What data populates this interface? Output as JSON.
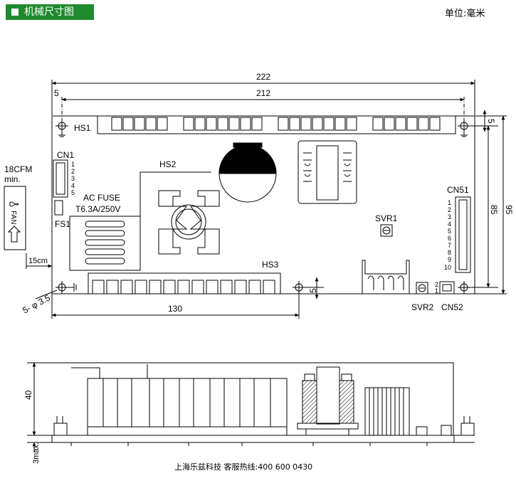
{
  "header": {
    "title": "机械尺寸图",
    "unit": "单位:毫米"
  },
  "top_view": {
    "dimensions": {
      "overall_width": "222",
      "inner_width": "212",
      "left_offset": "5",
      "top_offset": "5",
      "bottom_offset": "5",
      "inner_height": "85",
      "overall_height": "95",
      "hs3_width": "130",
      "fan_offset": "15cm",
      "hole_spec": "5- φ 3.5"
    },
    "labels": {
      "hs1": "HS1",
      "hs2": "HS2",
      "hs3": "HS3",
      "cn1": "CN1",
      "cn51": "CN51",
      "cn52": "CN52",
      "fs1": "FS1",
      "svr1": "SVR1",
      "svr2": "SVR2",
      "fuse_title": "AC FUSE",
      "fuse_rating": "T6.3A/250V",
      "airflow": "18CFM",
      "airflow_min": "min.",
      "fan": "FAN"
    },
    "cn1_pins": [
      "1",
      "2",
      "3",
      "4",
      "5"
    ],
    "cn51_pins": [
      "1",
      "2",
      "3",
      "4",
      "5",
      "6",
      "7",
      "8",
      "9",
      "10"
    ],
    "cn52_pins": [
      "2",
      "1"
    ]
  },
  "side_view": {
    "dimensions": {
      "height": "40",
      "max_protrusion": "3max."
    }
  },
  "footer": {
    "contact": "上海乐兹科技 客服热线:400 600 0430"
  }
}
